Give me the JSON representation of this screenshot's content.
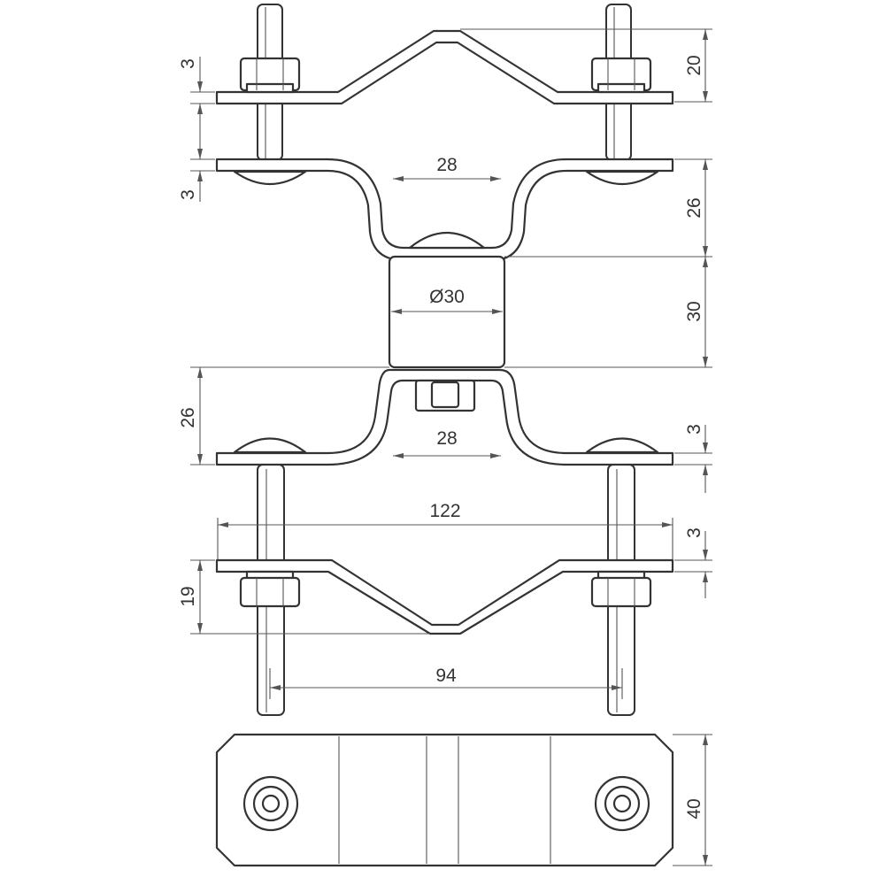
{
  "drawing": {
    "dimensions": {
      "plate_thickness_upper_1": "3",
      "plate_thickness_upper_2": "3",
      "top_bracket_height": "20",
      "upper_saddle_depth": "26",
      "upper_saddle_width": "28",
      "spacer_diameter": "Ø30",
      "spacer_height": "30",
      "lower_saddle_depth": "26",
      "lower_saddle_width": "28",
      "plate_thickness_lower_1": "3",
      "plate_thickness_lower_2": "3",
      "overall_width": "122",
      "bottom_bracket_height": "19",
      "bolt_spacing": "94",
      "plate_width": "40"
    }
  }
}
